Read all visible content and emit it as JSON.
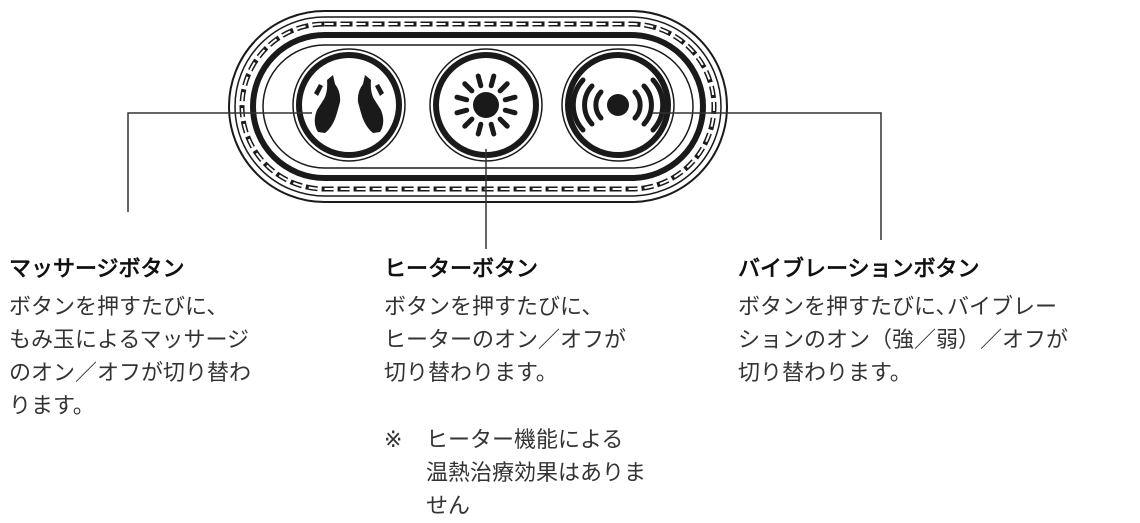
{
  "massage_callout": {
    "title": "マッサージボタン",
    "lines": [
      "ボタンを押すたびに、",
      "もみ玉によるマッサージ",
      "のオン／オフが切り替わ",
      "ります。"
    ]
  },
  "heater_callout": {
    "title": "ヒーターボタン",
    "lines": [
      "ボタンを押すたびに、",
      "ヒーターのオン／オフが",
      "切り替わります。"
    ]
  },
  "vibration_callout": {
    "title": "バイブレーションボタン",
    "lines": [
      "ボタンを押すたびに､バイブレー",
      "ションのオン（強／弱）／オフが",
      "切り替わります。"
    ]
  },
  "heater_note": {
    "mark": "※",
    "lines": [
      "ヒーター機能による",
      "温熱治療効果はありま",
      "せん"
    ]
  },
  "icons": {
    "massage": "hands-icon",
    "heater": "sun-icon",
    "vibration": "vibration-waves-icon"
  },
  "colors": {
    "ink": "#1a1a1a",
    "text": "#333333",
    "background": "#ffffff"
  }
}
